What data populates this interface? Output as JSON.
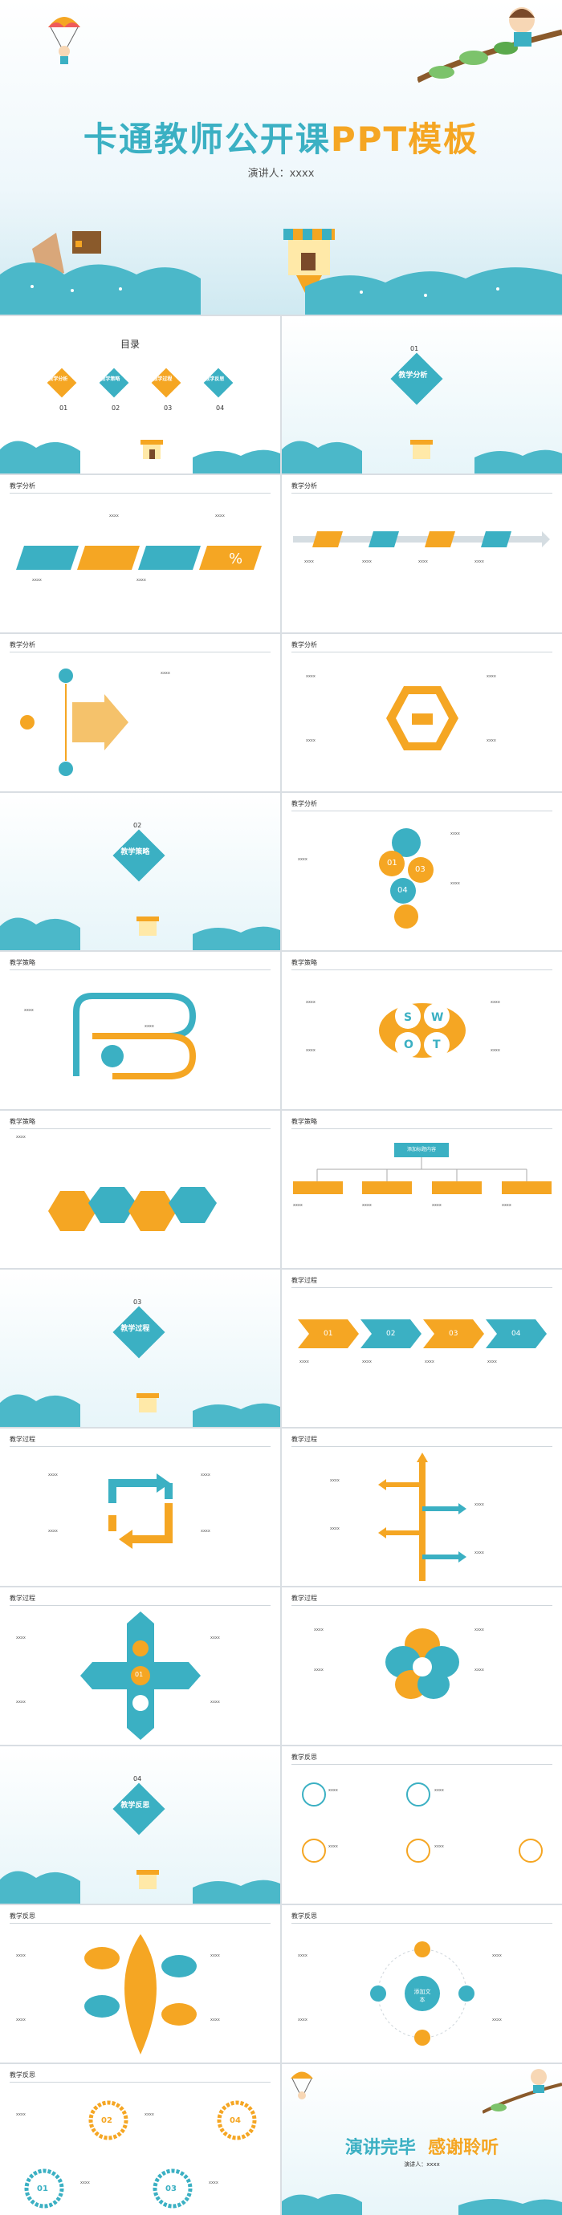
{
  "cover": {
    "title_main": "卡通教师公开课",
    "title_hl": "PPT模板",
    "presenter": "演讲人：xxxx"
  },
  "toc": {
    "title": "目录",
    "items": [
      {
        "num": "01",
        "label": "教学分析"
      },
      {
        "num": "02",
        "label": "教学策略"
      },
      {
        "num": "03",
        "label": "教学过程"
      },
      {
        "num": "04",
        "label": "教学反思"
      }
    ]
  },
  "sections": [
    {
      "num": "01",
      "label": "教学分析"
    },
    {
      "num": "02",
      "label": "教学策略"
    },
    {
      "num": "03",
      "label": "教学过程"
    },
    {
      "num": "04",
      "label": "教学反思"
    }
  ],
  "slide_headers": {
    "analysis": "教学分析",
    "strategy": "教学策略",
    "process": "教学过程",
    "reflection": "教学反思"
  },
  "swot": [
    "S",
    "W",
    "O",
    "T"
  ],
  "arrows4": [
    "01",
    "02",
    "03",
    "04"
  ],
  "circle_center": "添加文本",
  "tree_root": "添加标题内容",
  "circle_nums": [
    "01",
    "02",
    "03",
    "04"
  ],
  "ending": {
    "left": "演讲完毕",
    "right": "感谢聆听",
    "presenter": "演讲人：xxxx"
  },
  "placeholder": "xxxx",
  "colors": {
    "teal": "#3bb0c3",
    "orange": "#f5a623",
    "ground": "#4bb8c9"
  }
}
